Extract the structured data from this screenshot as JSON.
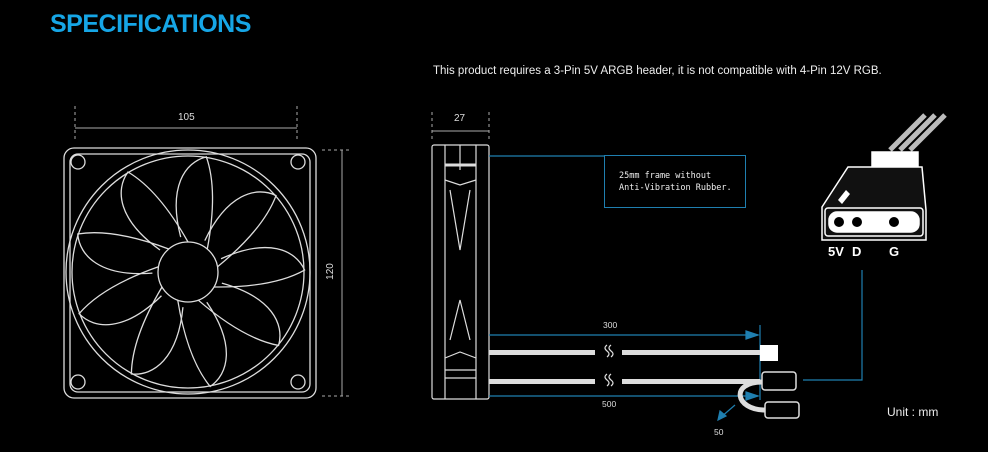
{
  "title": "SPECIFICATIONS",
  "note": "This product requires a 3-Pin 5V ARGB header, it is not compatible with 4-Pin 12V RGB.",
  "dimensions": {
    "width": "105",
    "height": "120",
    "thickness": "27",
    "cable_short": "300",
    "cable_long": "500",
    "splitter": "50"
  },
  "frame_note": {
    "line1": "25mm frame without",
    "line2": "Anti-Vibration Rubber."
  },
  "connector_pins": {
    "p1": "5V",
    "p2": "D",
    "p3": "G"
  },
  "unit": "Unit : mm",
  "colors": {
    "accent": "#16a6e6",
    "line": "#1f7fb0"
  }
}
